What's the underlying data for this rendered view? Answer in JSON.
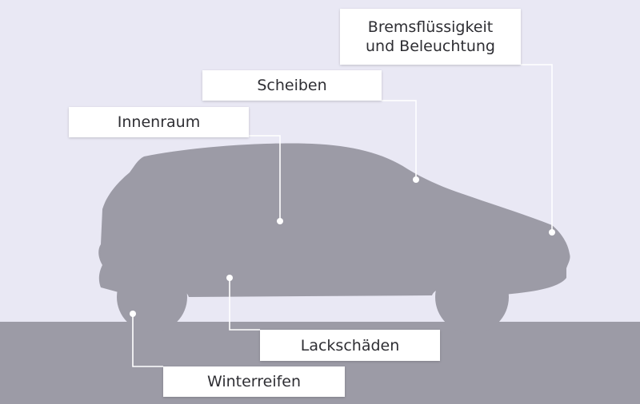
{
  "colors": {
    "background": "#e9e8f4",
    "ground": "#9c9ba6",
    "car": "#9c9ba6",
    "leader_line": "#ffffff",
    "label_text": "#2e2e33"
  },
  "labels": {
    "brems_line1": "Bremsflüssigkeit",
    "brems_line2": "und Beleuchtung",
    "scheiben": "Scheiben",
    "innenraum": "Innenraum",
    "lackschaeden": "Lackschäden",
    "winterreifen": "Winterreifen"
  }
}
